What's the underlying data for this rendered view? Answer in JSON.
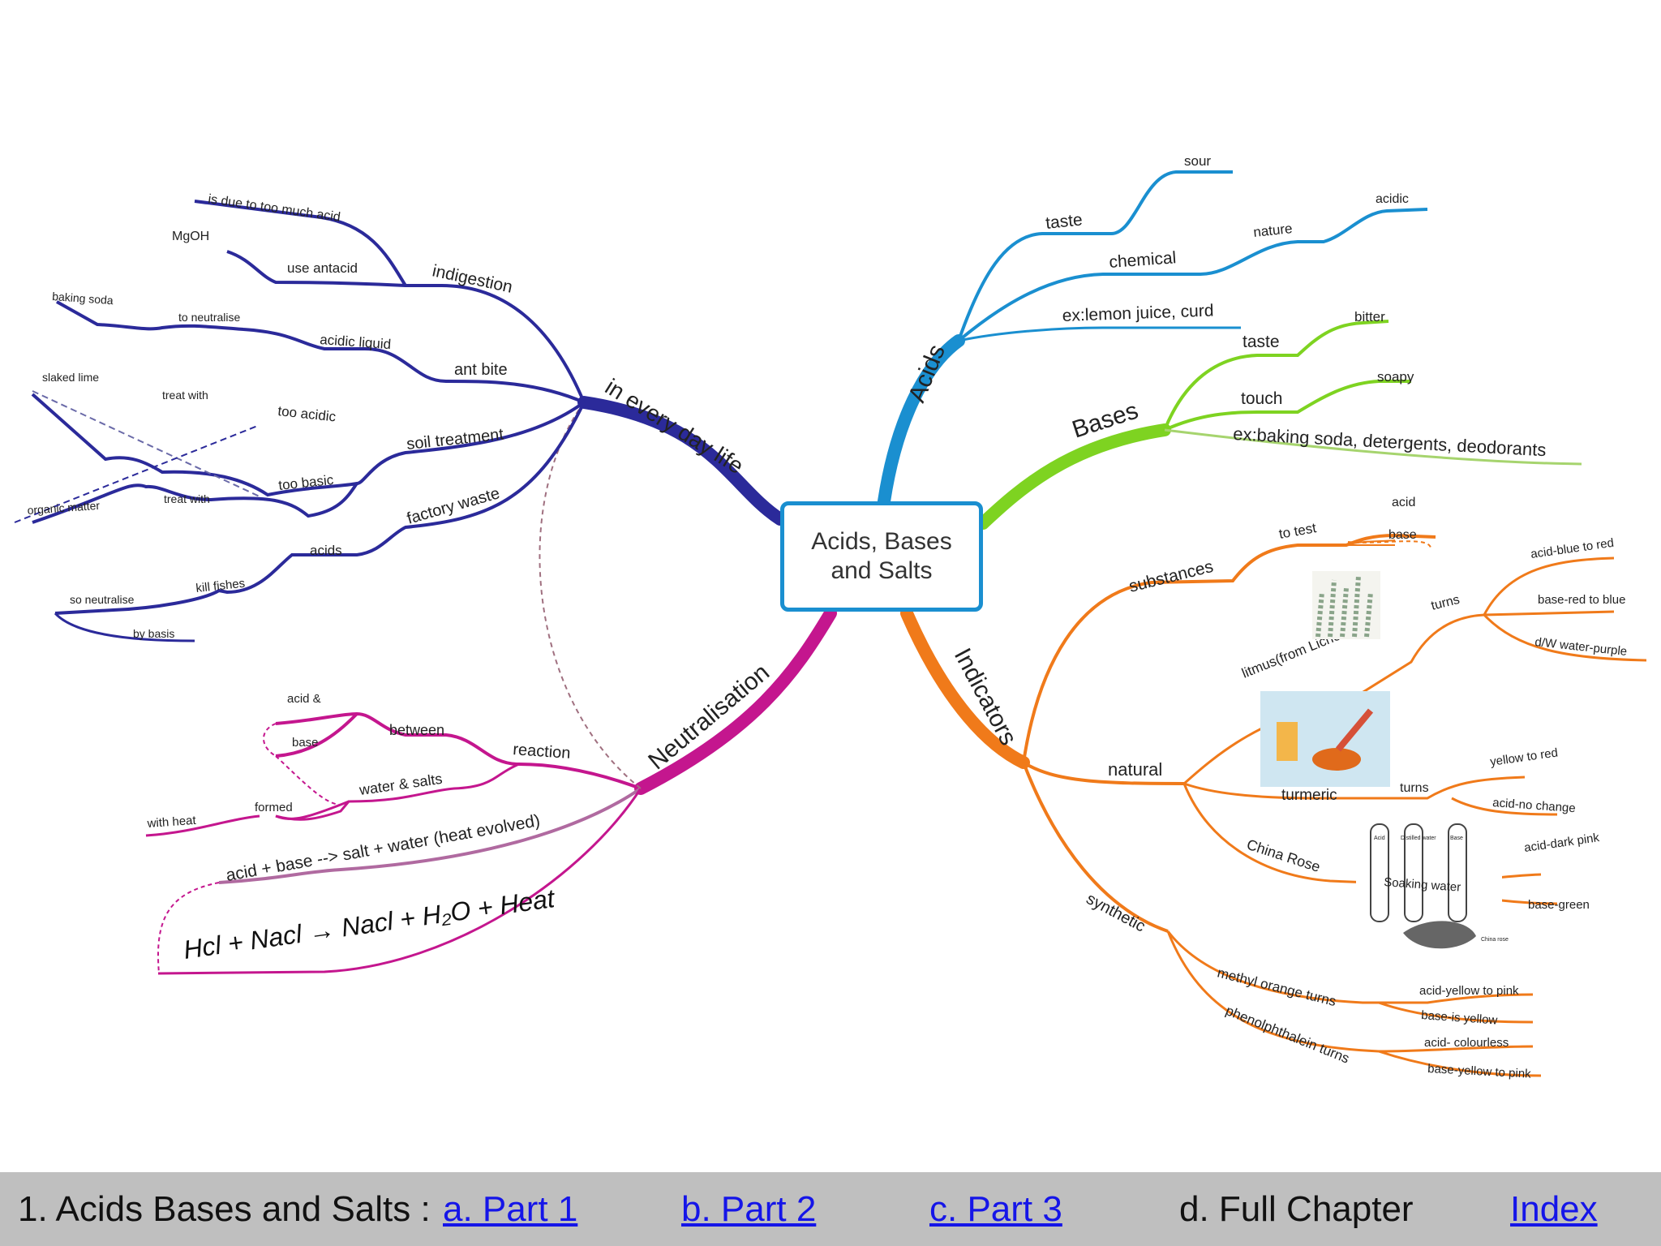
{
  "center": {
    "title": "Acids, Bases\nand Salts"
  },
  "colors": {
    "acids": "#1a8fd0",
    "bases": "#7ed321",
    "indicators": "#f07a1a",
    "neutralisation": "#c4168e",
    "everyday": "#2b2a9a"
  },
  "acids": {
    "label": "Acids",
    "taste": "taste",
    "sour": "sour",
    "chemical": "chemical",
    "nature": "nature",
    "acidic": "acidic",
    "example": "ex:lemon juice, curd"
  },
  "bases": {
    "label": "Bases",
    "taste": "taste",
    "bitter": "bitter",
    "touch": "touch",
    "soapy": "soapy",
    "example": "ex:baking soda, detergents, deodorants"
  },
  "indicators": {
    "label": "Indicators",
    "substances": "substances",
    "to_test": "to test",
    "acid": "acid",
    "base": "base",
    "natural": "natural",
    "litmus": "litmus(from Lichens)",
    "litmus_turns": "turns",
    "acid_blue_red": "acid-blue to red",
    "base_red_blue": "base-red to blue",
    "dw_water": "d/W water-purple",
    "turmeric": "turmeric",
    "turmeric_turns": "turns",
    "yellow_to_red": "yellow to red",
    "acid_no_change": "acid-no change",
    "china_rose": "China Rose",
    "acid_dark_pink": "acid-dark pink",
    "base_green": "base-green",
    "soaking_water": "Soaking water",
    "synthetic": "synthetic",
    "methyl_orange": "methyl orange turns",
    "acid_yellow_pink": "acid-yellow to pink",
    "base_is_yellow": "base-is yellow",
    "phenolphthalein": "phenolphthalein turns",
    "acid_colourless": "acid- colourless",
    "base_yellow_pink": "base-yellow to pink",
    "tube_labels": [
      "Acid",
      "Distilled water",
      "Base"
    ],
    "petals_label": "China rose"
  },
  "neutralisation": {
    "label": "Neutralisation",
    "reaction": "reaction",
    "between": "between",
    "acid_amp": "acid &",
    "base": "base",
    "water_salts": "water & salts",
    "formed": "formed",
    "with_heat": "with heat",
    "equation_text": "acid + base --> salt + water (heat evolved)",
    "equation_formula": "Hcl + Nacl → Nacl + H₂O + Heat"
  },
  "everyday": {
    "label": "in every day life",
    "indigestion": "indigestion",
    "too_much_acid": "is due to too much acid",
    "use_antacid": "use antacid",
    "mgoh": "MgOH",
    "ant_bite": "ant bite",
    "acidic_liquid": "acidic liquid",
    "to_neutralise": "to neutralise",
    "baking_soda": "baking soda",
    "soil_treatment": "soil treatment",
    "too_acidic": "too acidic",
    "treat_with_1": "treat with",
    "slaked_lime": "slaked lime",
    "too_basic": "too basic",
    "treat_with_2": "treat with",
    "organic_matter": "organic matter",
    "factory_waste": "factory waste",
    "acids": "acids",
    "kill_fishes": "kill fishes",
    "so_neutralise": "so neutralise",
    "by_basis": "by basis"
  },
  "footer": {
    "title": "1. Acids Bases and Salts :",
    "part1": "a. Part 1",
    "part2": "b. Part 2",
    "part3": "c. Part 3",
    "full": "d. Full Chapter",
    "index": "Index"
  }
}
